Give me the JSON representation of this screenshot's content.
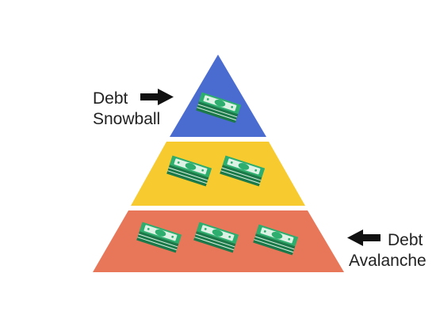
{
  "labels": {
    "snowball_line1": "Debt",
    "snowball_line2": "Snowball",
    "avalanche_line1": "Debt",
    "avalanche_line2": "Avalanche"
  },
  "colors": {
    "top_tier": "#4A6BD0",
    "middle_tier": "#F7CB2F",
    "bottom_tier": "#E8775A",
    "cash": "#2DAE6E",
    "cash_dark": "#1C7A4A",
    "cash_band": "#DDF2E5",
    "arrow": "#111111"
  },
  "icons": {
    "cash": "cash-stack-icon",
    "arrow_right": "arrow-right-icon",
    "arrow_left": "arrow-left-icon"
  },
  "tiers": [
    {
      "name": "top",
      "cash_stacks": 1
    },
    {
      "name": "middle",
      "cash_stacks": 2
    },
    {
      "name": "bottom",
      "cash_stacks": 3
    }
  ]
}
